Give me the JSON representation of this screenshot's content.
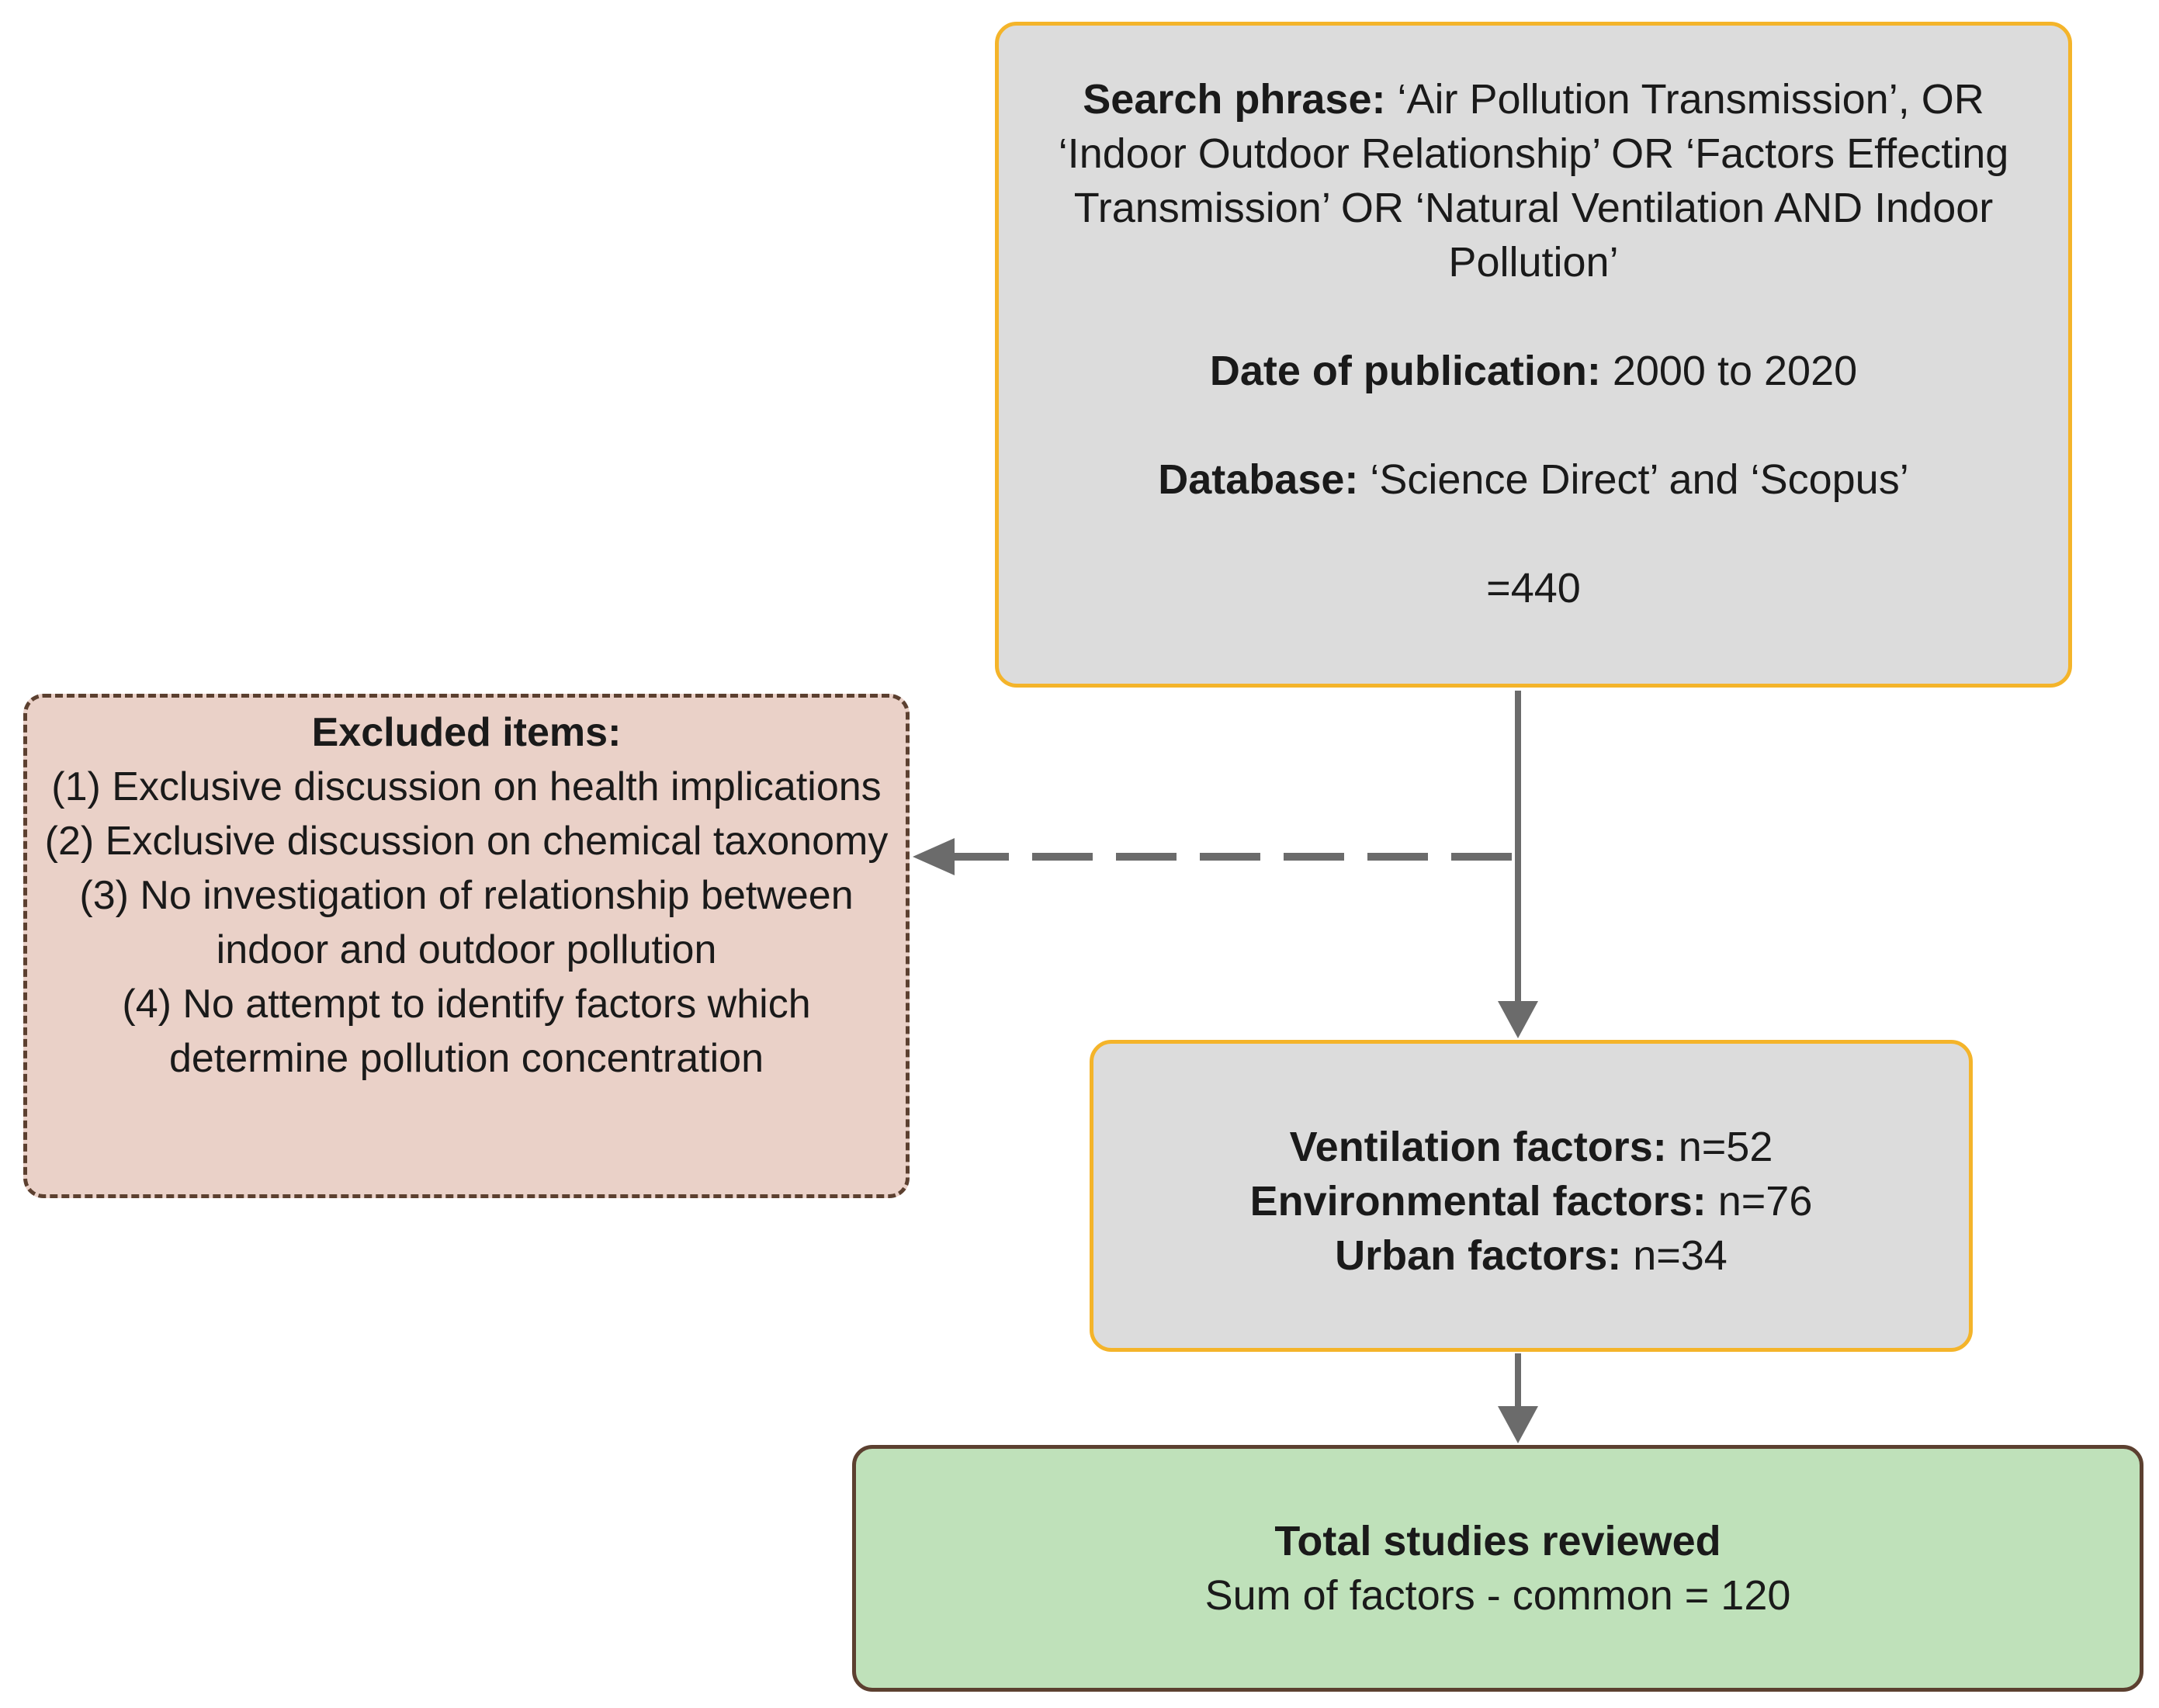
{
  "search": {
    "phrase_label": "Search phrase:",
    "phrase_value": " ‘Air Pollution Transmission’, OR ‘Indoor Outdoor Relationship’ OR ‘Factors Effecting Transmission’ OR ‘Natural Ventilation AND Indoor Pollution’",
    "date_label": "Date of publication:",
    "date_value": " 2000 to 2020",
    "database_label": "Database:",
    "database_value": " ‘Science Direct’ and ‘Scopus’",
    "count": "=440"
  },
  "excluded": {
    "title": "Excluded items:",
    "items": [
      "(1) Exclusive discussion on health implications",
      "(2) Exclusive discussion on chemical taxonomy",
      "(3) No investigation of relationship between indoor and outdoor pollution",
      "(4) No attempt to identify factors which determine pollution concentration"
    ]
  },
  "factors": {
    "ventilation_label": "Ventilation factors:",
    "ventilation_value": " n=52",
    "environmental_label": "Environmental factors:",
    "environmental_value": " n=76",
    "urban_label": "Urban factors:",
    "urban_value": " n=34"
  },
  "total": {
    "title": "Total studies reviewed",
    "formula": "Sum of factors - common = 120"
  },
  "colors": {
    "process_fill": "#dcdcdc",
    "process_border": "#f4b42a",
    "excluded_fill": "#ead1c8",
    "result_fill": "#bfe1ba",
    "outline_brown": "#5c4030",
    "arrow": "#6b6b6b"
  }
}
